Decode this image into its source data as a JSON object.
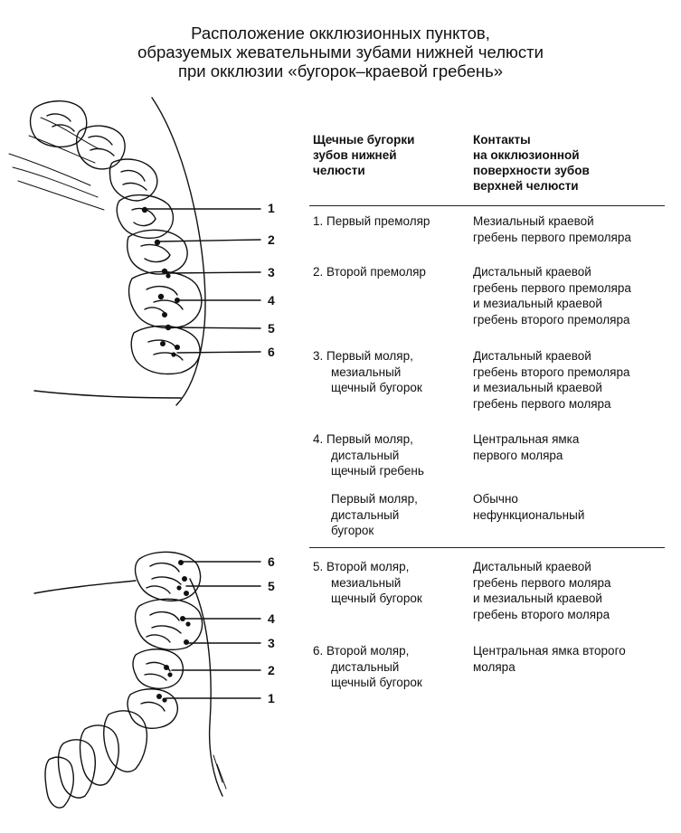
{
  "title": {
    "line1": "Расположение окклюзионных пунктов,",
    "line2": "образуемых жевательными зубами нижней челюсти",
    "line3": "при окклюзии «бугорок–краевой гребень»"
  },
  "table": {
    "header": {
      "col1": [
        "Щечные бугорки",
        "зубов нижней",
        "челюсти"
      ],
      "col2": [
        "Контакты",
        "на окклюзионной",
        "поверхности зубов",
        "верхней челюсти"
      ]
    },
    "rows": [
      {
        "col1": [
          "1. Первый премоляр"
        ],
        "col2": [
          "Мезиальный краевой",
          "гребень первого премоляра"
        ]
      },
      {
        "col1": [
          "2. Второй премоляр"
        ],
        "col2": [
          "Дистальный краевой",
          "гребень первого премоляра",
          "и мезиальный краевой",
          "гребень второго премоляра"
        ]
      },
      {
        "col1": [
          "3. Первый моляр,",
          "мезиальный",
          "щечный бугорок"
        ],
        "col2": [
          "Дистальный краевой",
          "гребень второго премоляра",
          "и мезиальный краевой",
          "гребень первого моляра"
        ]
      },
      {
        "col1": [
          "4. Первый моляр,",
          "дистальный",
          "щечный гребень"
        ],
        "col2": [
          "Центральная ямка",
          "первого моляра"
        ]
      },
      {
        "col1": [
          "Первый моляр,",
          "дистальный",
          "бугорок"
        ],
        "col2": [
          "Обычно",
          "нефункциональный"
        ]
      },
      {
        "col1": [
          "5. Второй моляр,",
          "мезиальный",
          "щечный бугорок"
        ],
        "col2": [
          "Дистальный краевой",
          "гребень первого моляра",
          "и мезиальный краевой",
          "гребень второго моляра"
        ]
      },
      {
        "col1": [
          "6. Второй моляр,",
          "дистальный",
          "щечный бугорок"
        ],
        "col2": [
          "Центральная ямка второго",
          "моляра"
        ]
      }
    ]
  },
  "upper_figure_labels": [
    "1",
    "2",
    "3",
    "4",
    "5",
    "6"
  ],
  "lower_figure_labels": [
    "6",
    "5",
    "4",
    "3",
    "2",
    "1"
  ]
}
